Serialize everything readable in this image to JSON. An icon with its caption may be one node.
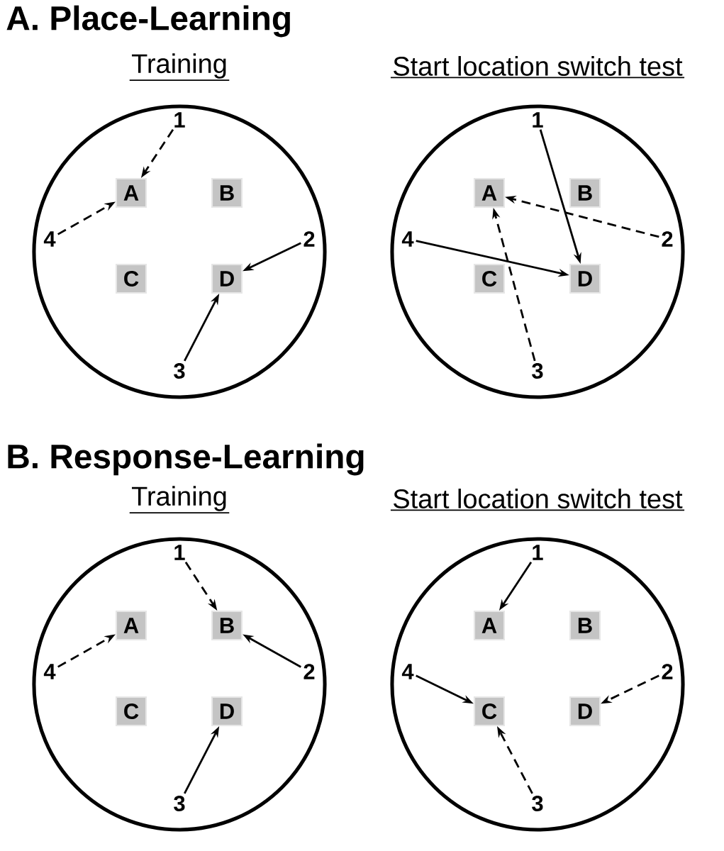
{
  "diagram": {
    "nodes": [
      {
        "text": [
          "Training"
        ]
      },
      {
        "text": [
          "1"
        ],
        "in": 0
      },
      {
        "text": [
          "2"
        ],
        "in": 0
      },
      {
        "text": [
          "3"
        ],
        "in": 0
      },
      {
        "text": [
          "4"
        ],
        "in": 0
      },
      {
        "text": [
          "A"
        ],
        "in": 0
      },
      {
        "text": [
          "B"
        ],
        "in": 0
      },
      {
        "text": [
          "C"
        ],
        "in": 0
      },
      {
        "text": [
          "D"
        ],
        "in": 0
      },
      {
        "text": [
          "Start location switch test"
        ]
      },
      {
        "text": [
          "1"
        ],
        "in": 9
      },
      {
        "text": [
          "2"
        ],
        "in": 9
      },
      {
        "text": [
          "3"
        ],
        "in": 9
      },
      {
        "text": [
          "4"
        ],
        "in": 9
      },
      {
        "text": [
          "A"
        ],
        "in": 9
      },
      {
        "text": [
          "B"
        ],
        "in": 9
      },
      {
        "text": [
          "C"
        ],
        "in": 9
      },
      {
        "text": [
          "D"
        ],
        "in": 9
      },
      {
        "text": [
          "Training"
        ]
      },
      {
        "text": [
          "1"
        ],
        "in": 18
      },
      {
        "text": [
          "2"
        ],
        "in": 18
      },
      {
        "text": [
          "3"
        ],
        "in": 18
      },
      {
        "text": [
          "4"
        ],
        "in": 18
      },
      {
        "text": [
          "A"
        ],
        "in": 18
      },
      {
        "text": [
          "B"
        ],
        "in": 18
      },
      {
        "text": [
          "C"
        ],
        "in": 18
      },
      {
        "text": [
          "D"
        ],
        "in": 18
      },
      {
        "text": [
          "Start location switch test"
        ]
      },
      {
        "text": [
          "1"
        ],
        "in": 27
      },
      {
        "text": [
          "2"
        ],
        "in": 27
      },
      {
        "text": [
          "3"
        ],
        "in": 27
      },
      {
        "text": [
          "4"
        ],
        "in": 27
      },
      {
        "text": [
          "A"
        ],
        "in": 27
      },
      {
        "text": [
          "B"
        ],
        "in": 27
      },
      {
        "text": [
          "C"
        ],
        "in": 27
      },
      {
        "text": [
          "D"
        ],
        "in": 27
      }
    ],
    "edges": [
      {
        "from": 1,
        "to": 5,
        "arrow": "to",
        "style": "dashed"
      },
      {
        "from": 4,
        "to": 5,
        "arrow": "to",
        "style": "dashed"
      },
      {
        "from": 2,
        "to": 8,
        "arrow": "to"
      },
      {
        "from": 3,
        "to": 8,
        "arrow": "to"
      },
      {
        "from": 10,
        "to": 17,
        "arrow": "to"
      },
      {
        "from": 13,
        "to": 17,
        "arrow": "to"
      },
      {
        "from": 11,
        "to": 14,
        "arrow": "to",
        "style": "dashed"
      },
      {
        "from": 12,
        "to": 14,
        "arrow": "to",
        "style": "dashed"
      },
      {
        "from": 19,
        "to": 24,
        "arrow": "to",
        "style": "dashed"
      },
      {
        "from": 20,
        "to": 24,
        "arrow": "to"
      },
      {
        "from": 22,
        "to": 23,
        "arrow": "to",
        "style": "dashed"
      },
      {
        "from": 21,
        "to": 26,
        "arrow": "to"
      },
      {
        "from": 28,
        "to": 32,
        "arrow": "to"
      },
      {
        "from": 31,
        "to": 34,
        "arrow": "to"
      },
      {
        "from": 29,
        "to": 35,
        "arrow": "to",
        "style": "dashed"
      },
      {
        "from": 30,
        "to": 34,
        "arrow": "to",
        "style": "dashed"
      }
    ],
    "labels": [
      "A. Place-Learning",
      "B. Response-Learning"
    ]
  }
}
